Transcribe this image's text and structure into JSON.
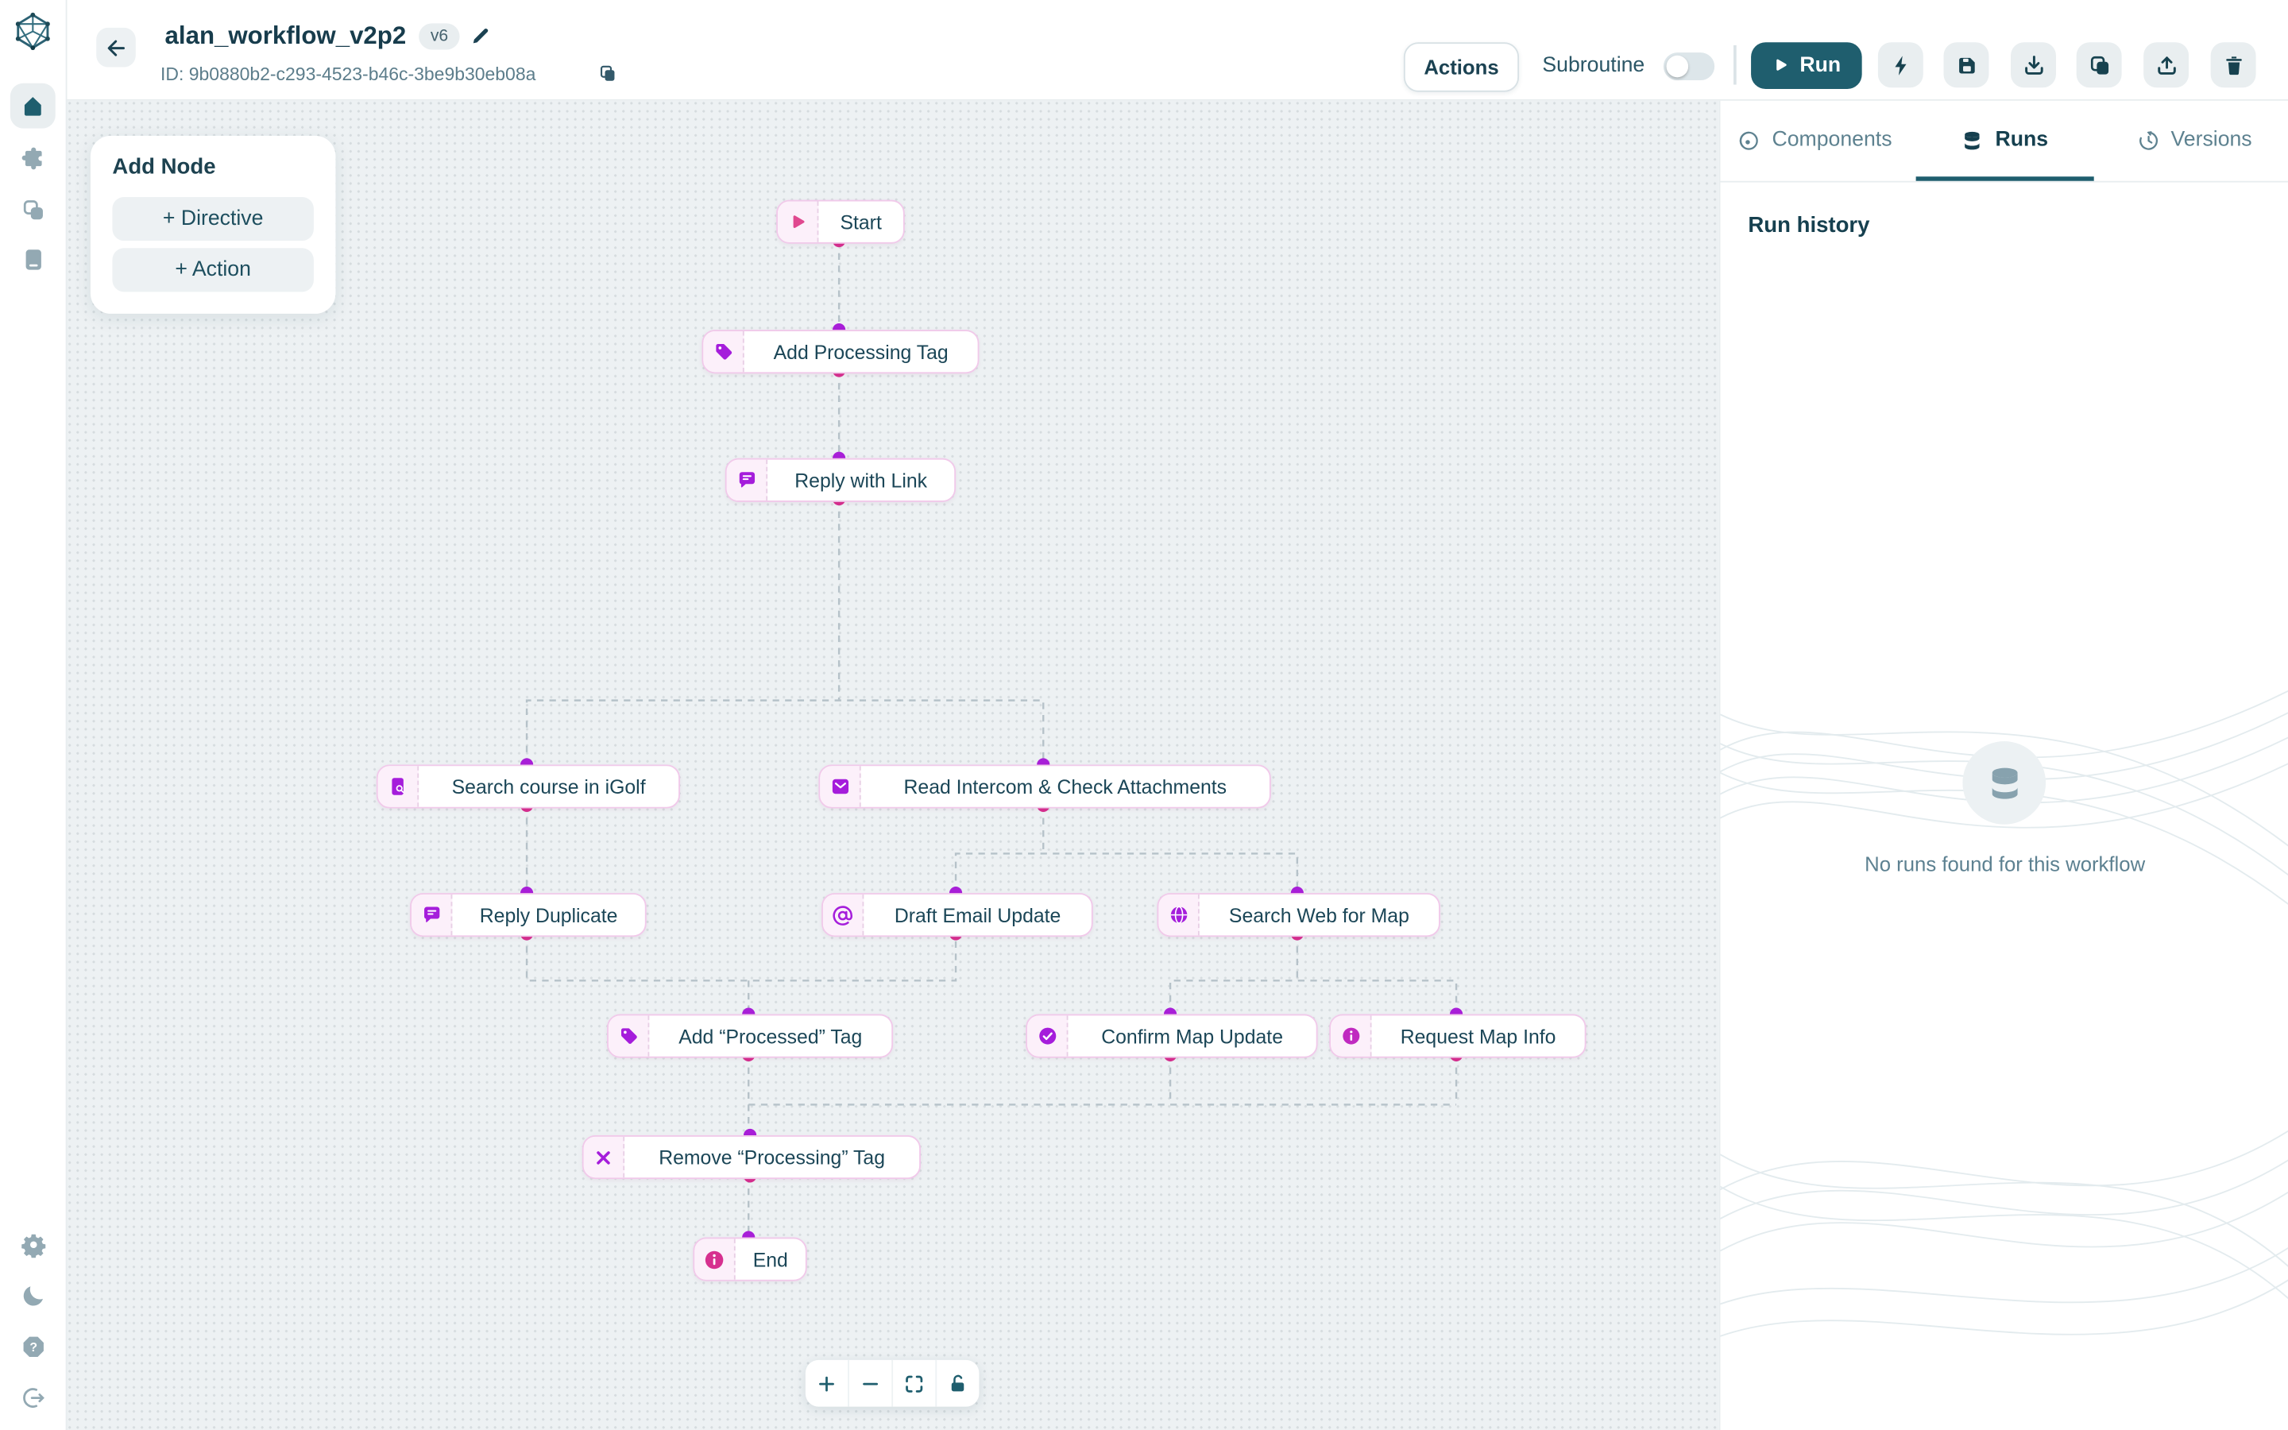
{
  "sidebar": {
    "logo": "polyhedron-logo",
    "items": [
      {
        "name": "home",
        "active": true
      },
      {
        "name": "integrations",
        "active": false
      },
      {
        "name": "workflows",
        "active": false
      },
      {
        "name": "knowledge",
        "active": false
      }
    ],
    "bottom_items": [
      {
        "name": "settings"
      },
      {
        "name": "dark-mode"
      },
      {
        "name": "help"
      },
      {
        "name": "logout"
      }
    ]
  },
  "header": {
    "title": "alan_workflow_v2p2",
    "version_badge": "v6",
    "workflow_id": "ID: 9b0880b2-c293-4523-b46c-3be9b30eb08a",
    "actions_label": "Actions",
    "subroutine_label": "Subroutine",
    "subroutine_enabled": false,
    "run_label": "Run",
    "icon_buttons": [
      "lightning",
      "save",
      "download",
      "duplicate",
      "upload",
      "delete"
    ]
  },
  "add_node_panel": {
    "heading": "Add Node",
    "directive_label": "+ Directive",
    "action_label": "+ Action"
  },
  "workflow": {
    "nodes": [
      {
        "id": "start",
        "label": "Start",
        "icon": "play-icon"
      },
      {
        "id": "add_processing_tag",
        "label": "Add Processing Tag",
        "icon": "tag-icon"
      },
      {
        "id": "reply_with_link",
        "label": "Reply with Link",
        "icon": "chat-icon"
      },
      {
        "id": "search_igolf",
        "label": "Search course in iGolf",
        "icon": "document-search-icon"
      },
      {
        "id": "read_intercom",
        "label": "Read Intercom & Check Attachments",
        "icon": "mail-icon"
      },
      {
        "id": "reply_duplicate",
        "label": "Reply Duplicate",
        "icon": "chat-icon"
      },
      {
        "id": "draft_email_update",
        "label": "Draft Email Update",
        "icon": "at-sign-icon"
      },
      {
        "id": "search_web_map",
        "label": "Search Web for Map",
        "icon": "globe-icon"
      },
      {
        "id": "add_processed_tag",
        "label": "Add “Processed” Tag",
        "icon": "tag-icon"
      },
      {
        "id": "confirm_map_update",
        "label": "Confirm Map Update",
        "icon": "check-circle-icon"
      },
      {
        "id": "request_map_info",
        "label": "Request Map Info",
        "icon": "info-circle-icon"
      },
      {
        "id": "remove_processing_tag",
        "label": "Remove “Processing” Tag",
        "icon": "x-icon"
      },
      {
        "id": "end",
        "label": "End",
        "icon": "info-circle-icon"
      }
    ]
  },
  "right_panel": {
    "tabs": [
      {
        "label": "Components",
        "icon": "components-icon",
        "active": false
      },
      {
        "label": "Runs",
        "icon": "database-icon",
        "active": true
      },
      {
        "label": "Versions",
        "icon": "history-icon",
        "active": false
      }
    ],
    "heading": "Run history",
    "empty_state": {
      "icon": "database-icon",
      "message": "No runs found for this workflow"
    }
  },
  "canvas_controls": [
    "zoom-in",
    "zoom-out",
    "fit-view",
    "unlock"
  ],
  "colors": {
    "accent_teal": "#1f5e6e",
    "node_icon_purple": "#a51ddb",
    "port_top_purple": "#a81fd8",
    "port_bottom_pink": "#d62e8e",
    "node_border_pink": "#f1c9ea",
    "canvas_bg": "#edf1f3",
    "text_dark": "#173c4c",
    "muted_text": "#5d8191"
  }
}
